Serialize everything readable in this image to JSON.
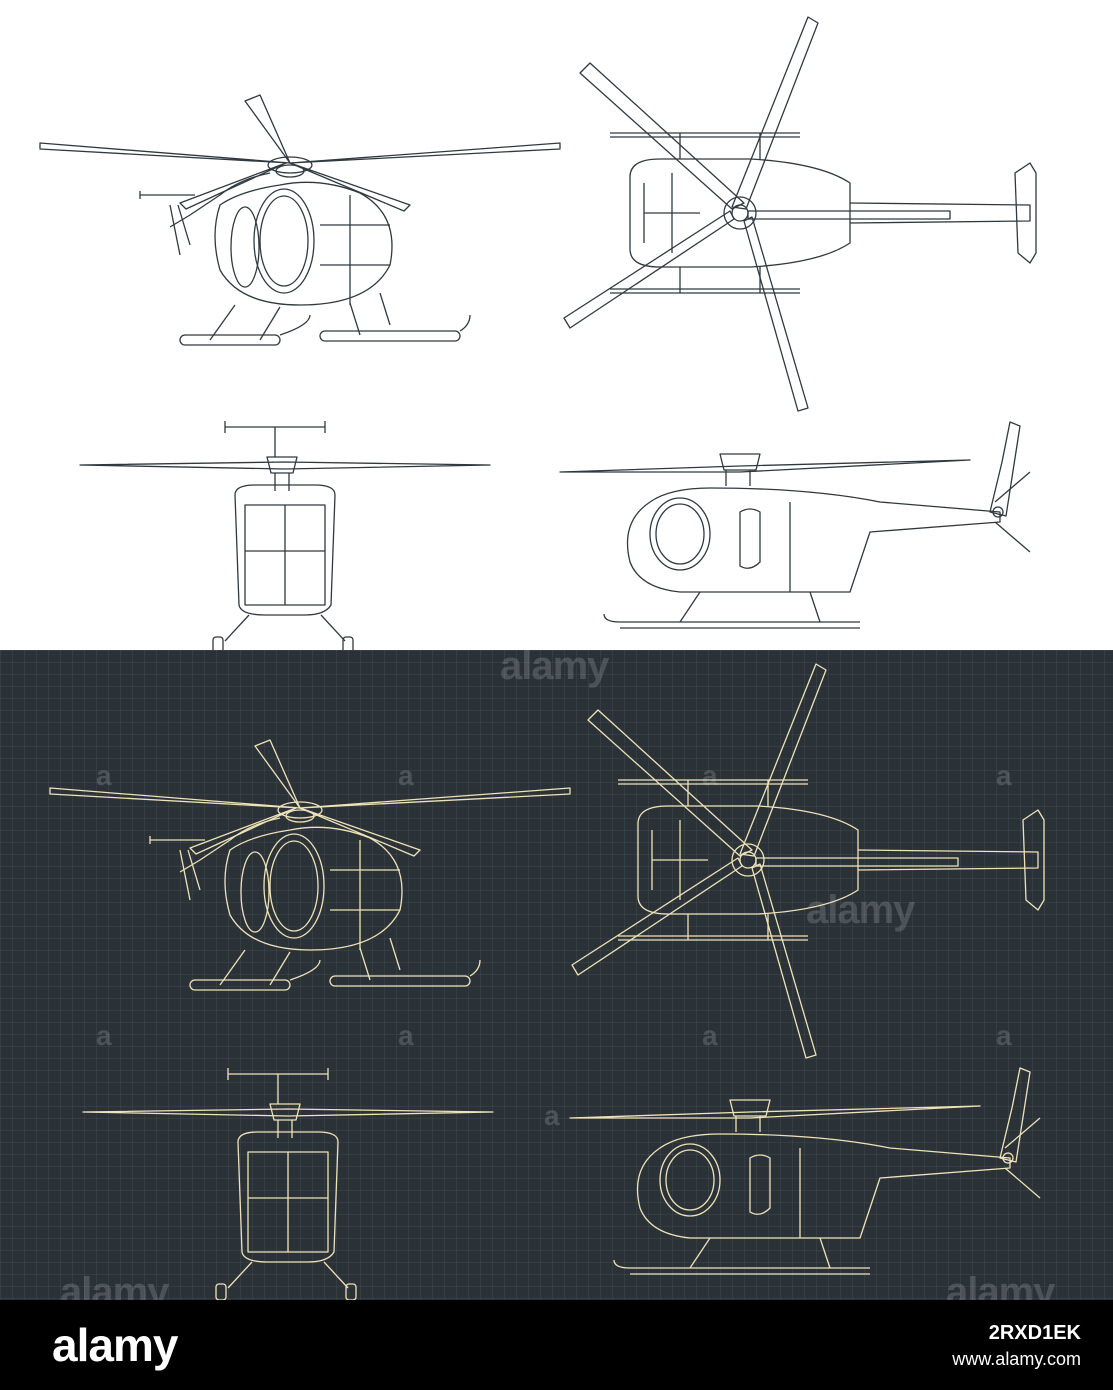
{
  "watermark": {
    "brand": "alamy",
    "letter": "a"
  },
  "footer": {
    "logo": "alamy",
    "image_id": "2RXD1EK",
    "site": "www.alamy.com"
  },
  "colors": {
    "dark_background": "#2a3238",
    "light_line": "#2f3a40",
    "dark_line": "#efe2b8",
    "footer_background": "#000000"
  }
}
